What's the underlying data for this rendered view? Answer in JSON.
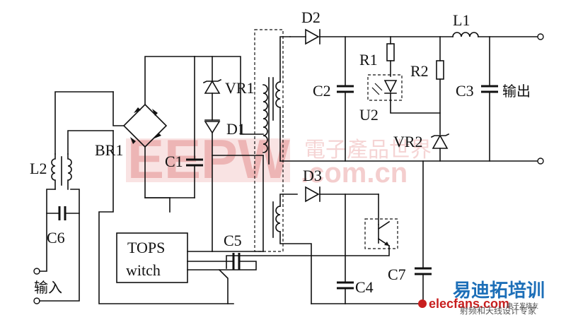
{
  "labels": {
    "D2": "D2",
    "L1": "L1",
    "R1": "R1",
    "R2": "R2",
    "C2": "C2",
    "C3": "C3",
    "U2": "U2",
    "VR2": "VR2",
    "VR1": "VR1",
    "D1": "D1",
    "BR1": "BR1",
    "C1": "C1",
    "L2": "L2",
    "C6": "C6",
    "D3": "D3",
    "C5": "C5",
    "C4": "C4",
    "C7": "C7"
  },
  "output_label": "输出",
  "input_label": "输入",
  "tops_line1": "TOPS",
  "tops_line2": "witch",
  "watermark": {
    "brand": "EEPW",
    "chinese": "電子產品世界",
    "domain": ".com.cn"
  },
  "logo": {
    "elecfans": "elecfans.com",
    "elecfans_cn": "电子发烧友",
    "yidian": "易迪拓培训",
    "subtitle": "射频和天线设计专家"
  }
}
